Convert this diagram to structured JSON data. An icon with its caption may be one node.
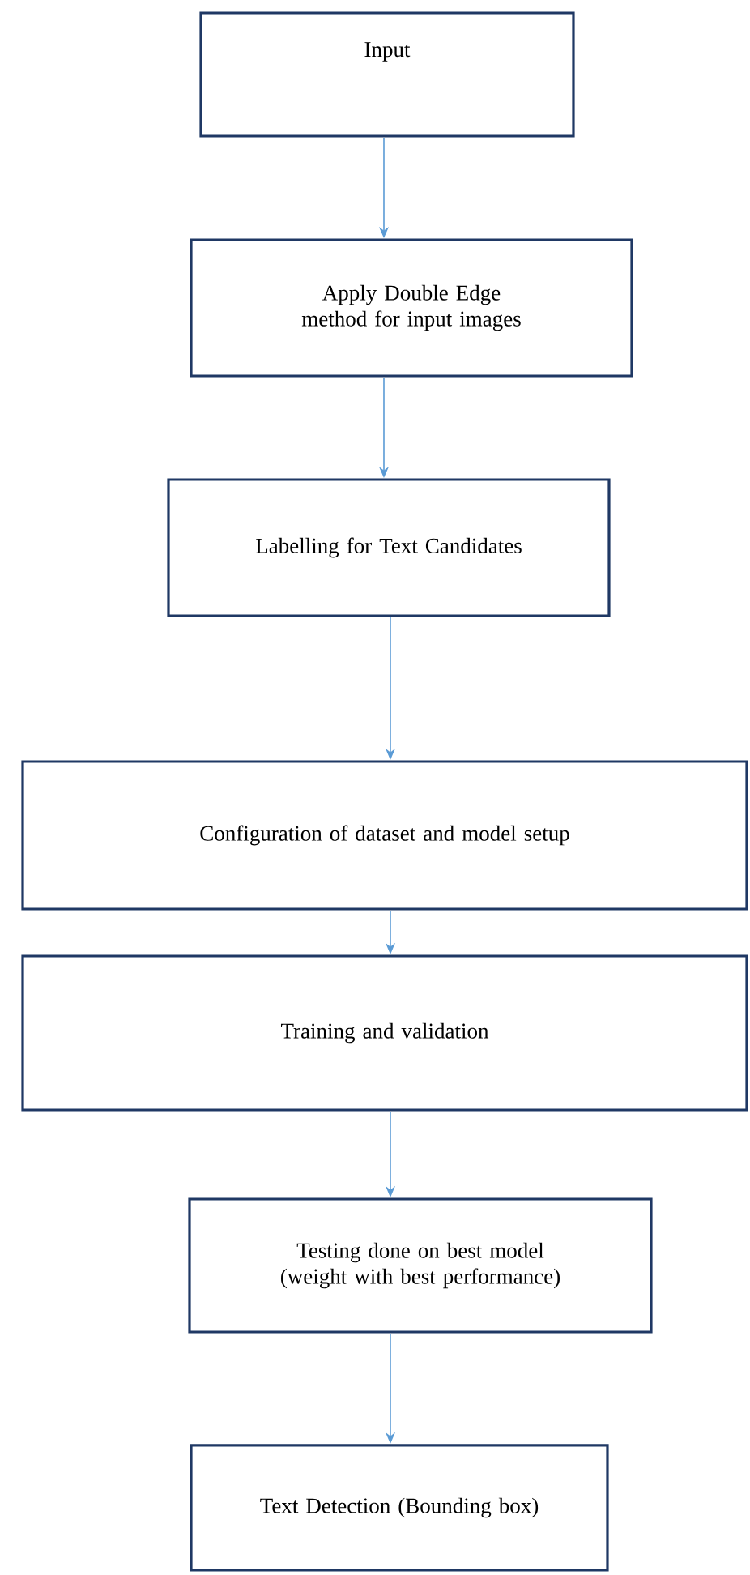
{
  "diagram": {
    "nodes": [
      {
        "text": [
          "Input"
        ]
      },
      {
        "text": [
          "Apply Double Edge method for input images"
        ]
      },
      {
        "text": [
          "Labelling for Text Candidates"
        ]
      },
      {
        "text": [
          "Configuration of dataset and model setup"
        ]
      },
      {
        "text": [
          "Training and validation"
        ]
      },
      {
        "text": [
          "Testing done on best model (weight with best performance)"
        ]
      },
      {
        "text": [
          "Text Detection (Bounding box)"
        ]
      }
    ],
    "edges": [
      {
        "from": 0,
        "to": 1,
        "arrow": "to"
      },
      {
        "from": 1,
        "to": 2,
        "arrow": "to"
      },
      {
        "from": 2,
        "to": 3,
        "arrow": "to"
      },
      {
        "from": 3,
        "to": 4,
        "arrow": "to"
      },
      {
        "from": 4,
        "to": 5,
        "arrow": "to"
      },
      {
        "from": 5,
        "to": 6,
        "arrow": "to"
      }
    ]
  }
}
